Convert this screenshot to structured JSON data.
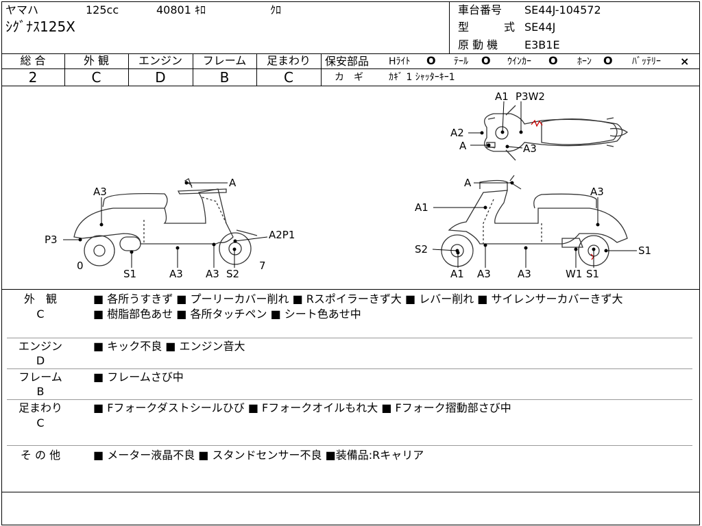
{
  "header": {
    "maker": "ヤマハ",
    "displacement": "125cc",
    "mileage": "40801 ｷﾛ",
    "color": "ｸﾛ",
    "model_name": "ｼｸﾞﾅｽ125X",
    "frame_no_label": "車台番号",
    "frame_no": "SE44J-104572",
    "type_label_1": "型",
    "type_label_2": "式",
    "type_value": "SE44J",
    "engine_label": "原 動 機",
    "engine_value": "E3B1E"
  },
  "grades": [
    {
      "label": "総 合",
      "value": "2"
    },
    {
      "label": "外 観",
      "value": "C"
    },
    {
      "label": "エンジン",
      "value": "D"
    },
    {
      "label": "フレーム",
      "value": "B"
    },
    {
      "label": "足まわり",
      "value": "C"
    }
  ],
  "safety": {
    "label": "保安部品",
    "items": [
      {
        "name": "Hﾗｲﾄ",
        "mark": "O"
      },
      {
        "name": "ﾃｰﾙ",
        "mark": "O"
      },
      {
        "name": "ｳｲﾝｶｰ",
        "mark": "O"
      },
      {
        "name": "ﾎｰﾝ",
        "mark": "O"
      },
      {
        "name": "ﾊﾞｯﾃﾘｰ",
        "mark": "×"
      }
    ],
    "key_label": "カ　ギ",
    "key_value": "ｶｷﾞ 1 ｼｬｯﾀｰｷｰ1"
  },
  "diagram": {
    "top": {
      "a1": "A1",
      "p3w2": "P3W2",
      "a2": "A2",
      "a": "A",
      "a3": "A3"
    },
    "left": {
      "a3": "A3",
      "a": "A",
      "p3": "P3",
      "a2p1": "A2P1",
      "zero": "0",
      "seven": "7",
      "s1": "S1",
      "a3b": "A3",
      "a3c": "A3",
      "s2": "S2"
    },
    "right": {
      "a": "A",
      "a3": "A3",
      "a1": "A1",
      "s2": "S2",
      "s1": "S1",
      "a1b": "A1",
      "a3b": "A3",
      "a3c": "A3",
      "w1": "W1",
      "s1b": "S1"
    }
  },
  "notes": [
    {
      "label": "外　観",
      "grade": "C",
      "lines": [
        "■ 各所うすきず ■ プーリーカバー削れ ■ Rスポイラーきず大 ■ レバー削れ ■ サイレンサーカバーきず大",
        "■ 樹脂部色あせ ■ 各所タッチペン ■ シート色あせ中"
      ]
    },
    {
      "label": "エンジン",
      "grade": "D",
      "lines": [
        "■ キック不良 ■ エンジン音大"
      ]
    },
    {
      "label": "フレーム",
      "grade": "B",
      "lines": [
        "■ フレームさび中"
      ]
    },
    {
      "label": "足まわり",
      "grade": "C",
      "lines": [
        "■ Fフォークダストシールひび ■ Fフォークオイルもれ大 ■ Fフォーク摺動部さび中"
      ]
    },
    {
      "label": "そ の 他",
      "grade": "",
      "lines": [
        "■ メーター液晶不良 ■ スタンドセンサー不良 ■装備品:Rキャリア"
      ]
    }
  ]
}
